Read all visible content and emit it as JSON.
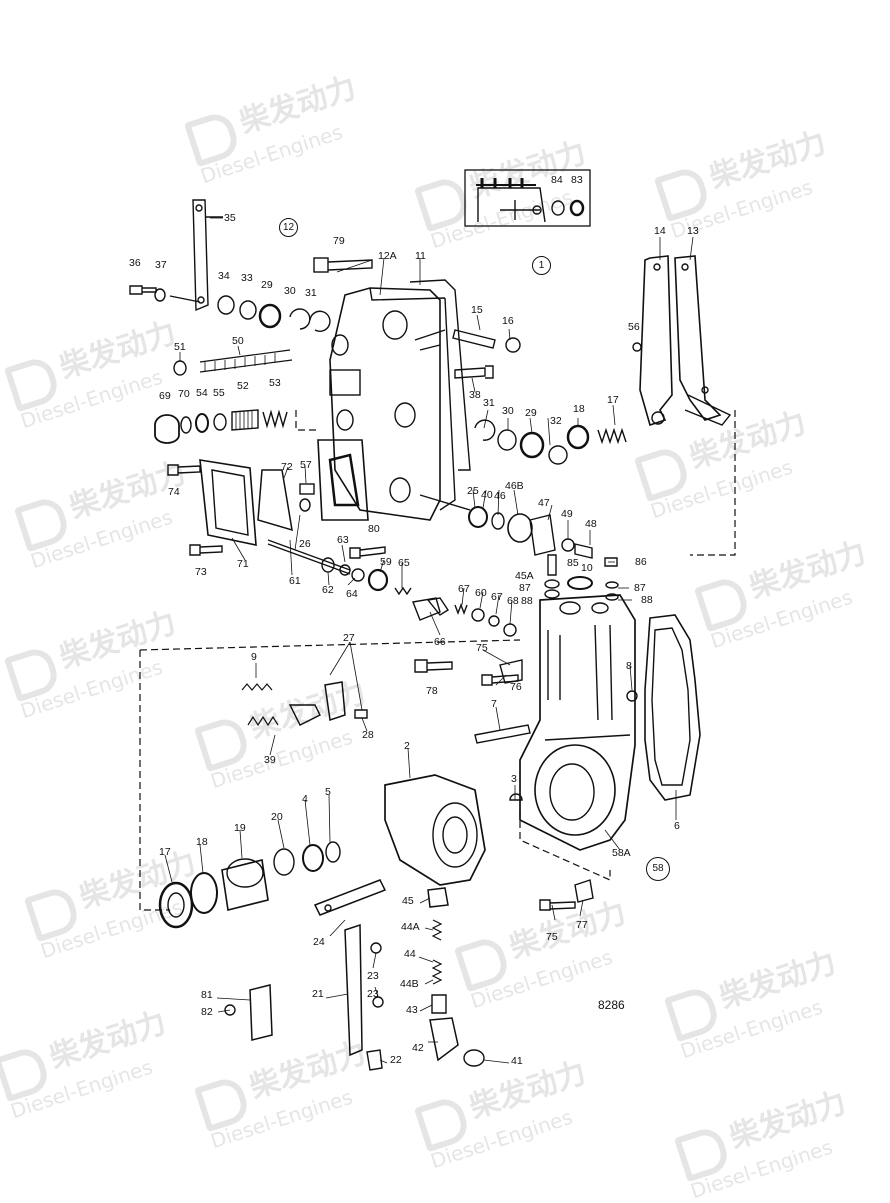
{
  "watermark": {
    "cn": "柴发动力",
    "en": "Diesel-Engines"
  },
  "drawing_number": "8286",
  "circled_refs": [
    "12",
    "1",
    "58"
  ],
  "inset_labels": [
    "84",
    "83"
  ],
  "labels": {
    "l1": "35",
    "l2": "36",
    "l3": "37",
    "l4": "34",
    "l5": "33",
    "l6": "29",
    "l7": "30",
    "l8": "31",
    "l9": "79",
    "l10": "12A",
    "l11": "11",
    "l12": "15",
    "l13": "16",
    "l14": "14",
    "l15": "13",
    "l16": "56",
    "l17": "51",
    "l18": "50",
    "l19": "38",
    "l20": "69",
    "l21": "70",
    "l22": "54",
    "l23": "55",
    "l24": "52",
    "l25": "53",
    "l26": "31",
    "l27": "30",
    "l28": "29",
    "l29": "32",
    "l30": "18",
    "l31": "17",
    "l32": "74",
    "l33": "72",
    "l34": "57",
    "l35": "25",
    "l36": "40",
    "l37": "46",
    "l38": "46B",
    "l39": "47",
    "l40": "49",
    "l41": "48",
    "l42": "26",
    "l43": "80",
    "l44": "73",
    "l45": "71",
    "l46": "63",
    "l47": "59",
    "l48": "65",
    "l49": "61",
    "l50": "62",
    "l51": "64",
    "l52": "45A",
    "l53": "85",
    "l54": "10",
    "l55": "86",
    "l56": "87",
    "l57": "88",
    "l58": "87",
    "l59": "88",
    "l60": "67",
    "l61": "60",
    "l62": "67",
    "l63": "68",
    "l64": "66",
    "l65": "27",
    "l66": "9",
    "l67": "75",
    "l68": "78",
    "l69": "76",
    "l70": "8",
    "l71": "28",
    "l72": "39",
    "l73": "7",
    "l74": "2",
    "l75": "3",
    "l76": "6",
    "l77": "4",
    "l78": "5",
    "l79": "20",
    "l80": "19",
    "l81": "18",
    "l82": "17",
    "l83": "58A",
    "l84": "45",
    "l85": "44A",
    "l86": "44",
    "l87": "44B",
    "l88": "43",
    "l89": "24",
    "l90": "23",
    "l91": "21",
    "l92": "23",
    "l93": "22",
    "l94": "42",
    "l95": "41",
    "l96": "81",
    "l97": "82",
    "l98": "75",
    "l99": "77"
  }
}
